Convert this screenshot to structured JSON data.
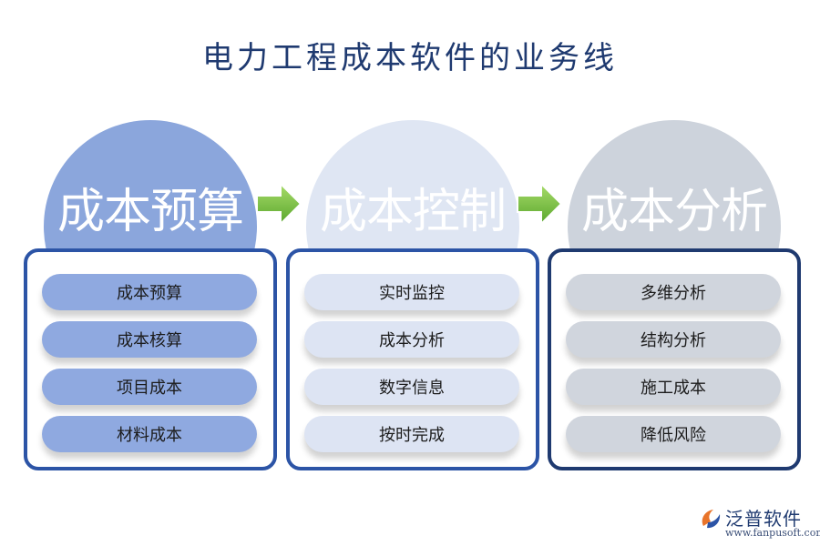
{
  "title": "电力工程成本软件的业务线",
  "columns": [
    {
      "heading": "成本预算",
      "circle_color": "#8ba6dc",
      "border_color": "#2c54a6",
      "pill_color": "#8fa9e0",
      "items": [
        "成本预算",
        "成本核算",
        "项目成本",
        "材料成本"
      ]
    },
    {
      "heading": "成本控制",
      "circle_color": "#dfe6f3",
      "border_color": "#2c54a6",
      "pill_color": "#dde4f3",
      "items": [
        "实时监控",
        "成本分析",
        "数字信息",
        "按时完成"
      ]
    },
    {
      "heading": "成本分析",
      "circle_color": "#cdd3dc",
      "border_color": "#1f3a70",
      "pill_color": "#d0d5dd",
      "items": [
        "多维分析",
        "结构分析",
        "施工成本",
        "降低风险"
      ]
    }
  ],
  "arrow_icon": "right-arrow-icon",
  "arrow_color": "#7cc543",
  "brand": {
    "name": "泛普软件",
    "url": "www.fanpusoft.com"
  }
}
